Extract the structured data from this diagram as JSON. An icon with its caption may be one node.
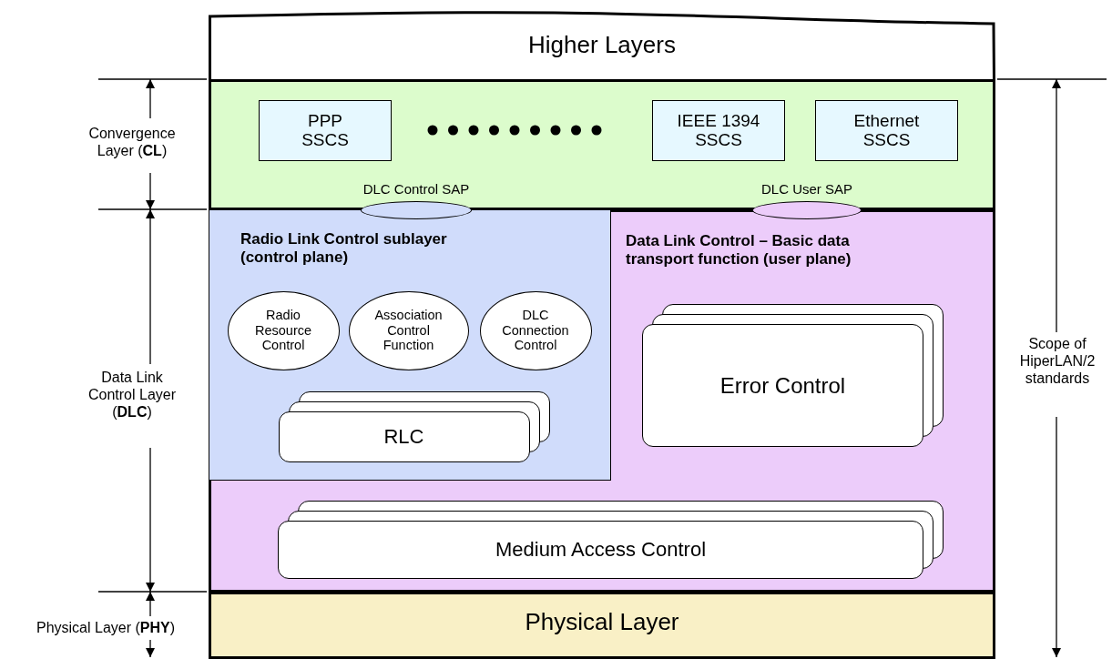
{
  "diagram": {
    "nodes": [
      {
        "text": [
          "Higher Layers"
        ]
      },
      {
        "text": [],
        "shape": "box"
      },
      {
        "text": [
          "PPP SSCS"
        ],
        "in": 1
      },
      {
        "text": [
          "IEEE 1394 SSCS"
        ],
        "in": 1
      },
      {
        "text": [
          "Ethernet SSCS"
        ],
        "in": 1
      },
      {
        "text": [],
        "shape": "ellipse"
      },
      {
        "text": [],
        "shape": "ellipse"
      },
      {
        "text": [
          "Data Link Control – Basic data transport function (user plane)"
        ]
      },
      {
        "text": [
          "Radio Link Control sublayer (control plane)"
        ],
        "in": 7
      },
      {
        "text": [
          "Radio Resource Control"
        ],
        "in": 8
      },
      {
        "text": [
          "Association Control Function"
        ],
        "in": 8
      },
      {
        "text": [
          "DLC Connection Control"
        ],
        "in": 8
      },
      {
        "text": [
          "RLC"
        ],
        "in": 8
      },
      {
        "text": [
          "Error Control"
        ],
        "in": 7
      },
      {
        "text": [
          "Medium Access Control"
        ],
        "in": 7
      },
      {
        "text": [
          "Physical Layer"
        ]
      }
    ],
    "labels": [
      "DLC Control SAP",
      "DLC User SAP",
      "Convergence Layer (**CL**)",
      "Data Link Control Layer (**DLC**)",
      "Physical Layer (**PHY**)",
      "Scope of HiperLAN/2 standards"
    ]
  }
}
